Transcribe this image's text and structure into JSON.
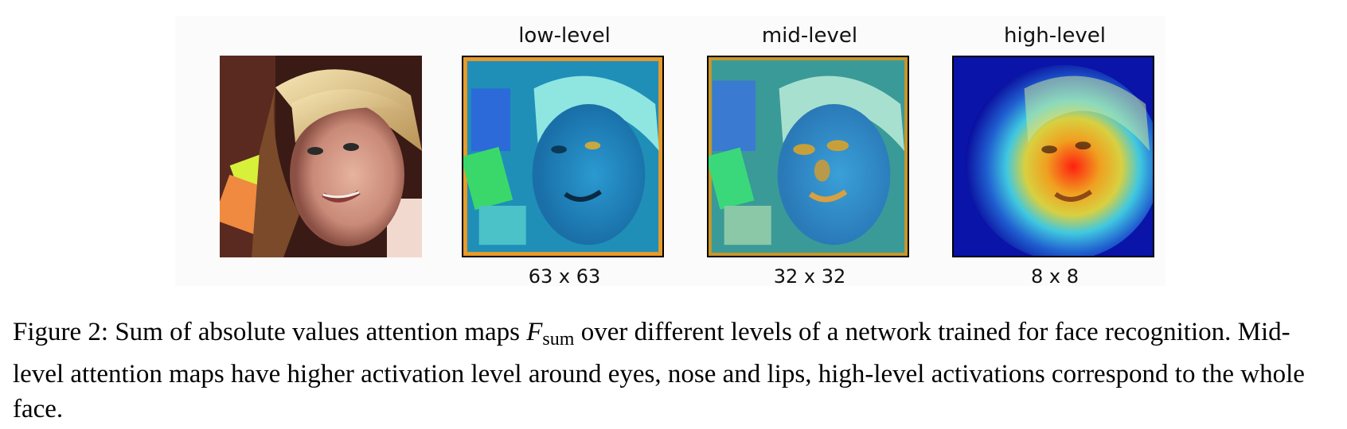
{
  "panels": [
    {
      "id": "original",
      "title": "",
      "resolution": ""
    },
    {
      "id": "low",
      "title": "low-level",
      "resolution": "63 x 63"
    },
    {
      "id": "mid",
      "title": "mid-level",
      "resolution": "32 x 32"
    },
    {
      "id": "high",
      "title": "high-level",
      "resolution": "8 x 8"
    }
  ],
  "caption": {
    "lead": "Figure 2: Sum of absolute values attention maps ",
    "symbol": "F",
    "subscript": "sum",
    "rest": " over different levels of a network trained for face recognition. Mid-level attention maps have higher activation level around eyes, nose and lips, high-level activations correspond to the whole face."
  }
}
